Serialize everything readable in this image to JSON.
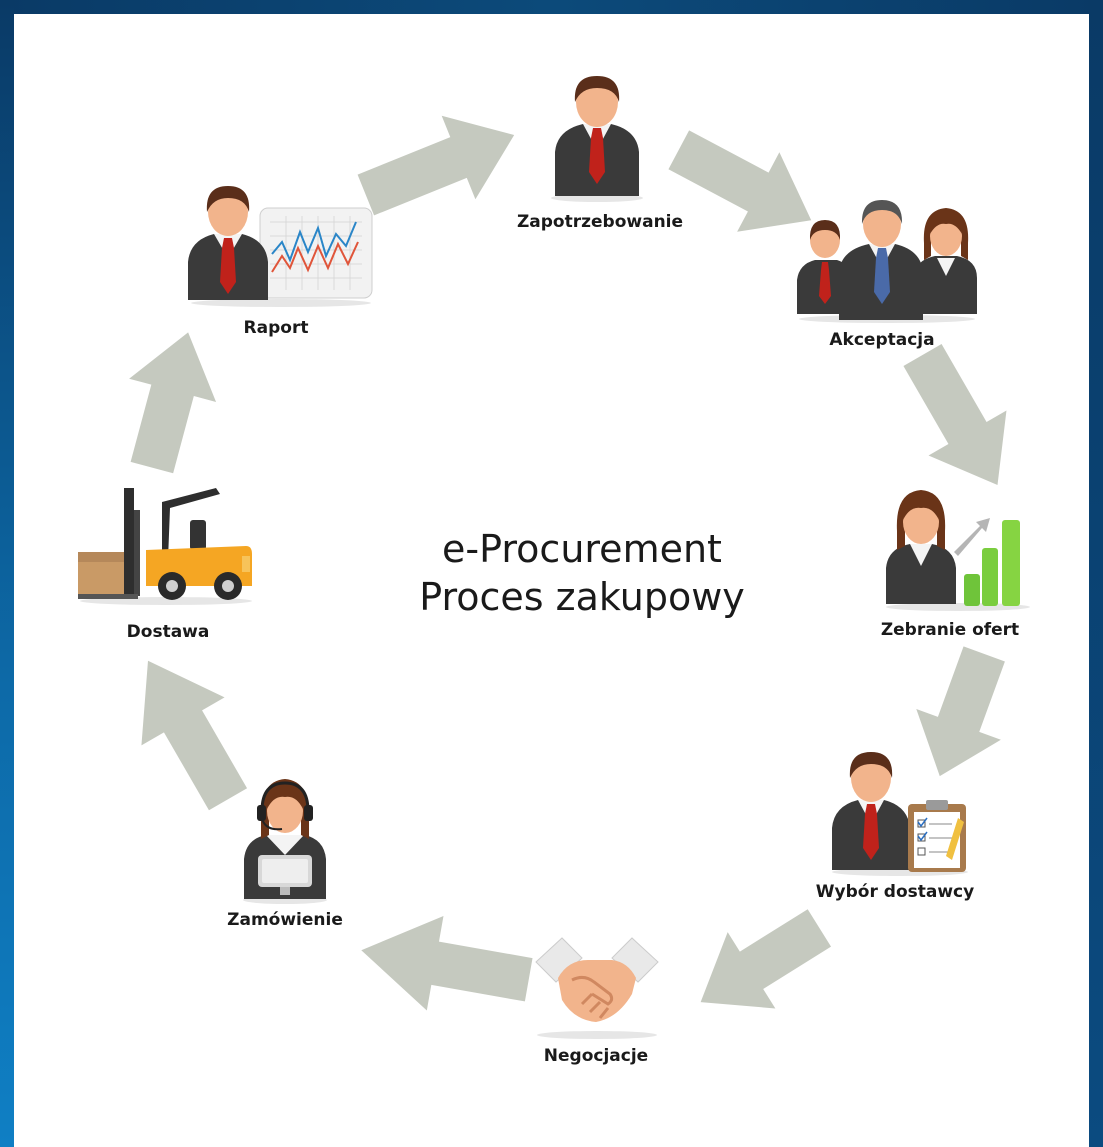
{
  "title": {
    "line1": "e-Procurement",
    "line2": "Proces zakupowy"
  },
  "steps": [
    {
      "label": "Zapotrzebowanie",
      "icon": "businessman-icon"
    },
    {
      "label": "Akceptacja",
      "icon": "team-icon"
    },
    {
      "label": "Zebranie ofert",
      "icon": "businesswoman-growth-chart-icon"
    },
    {
      "label": "Wybór dostawcy",
      "icon": "businessman-checklist-icon"
    },
    {
      "label": "Negocjacje",
      "icon": "handshake-icon"
    },
    {
      "label": "Zamówienie",
      "icon": "call-center-operator-icon"
    },
    {
      "label": "Dostawa",
      "icon": "forklift-icon"
    },
    {
      "label": "Raport",
      "icon": "businessman-report-chart-icon"
    }
  ],
  "colors": {
    "frame": "#0a3a66",
    "arrow": "#c5c9bf",
    "suit": "#3a3a3a",
    "tie_red": "#c0221b",
    "tie_blue": "#4a6aa8",
    "skin": "#f2b48c",
    "hair": "#5a2e1a"
  }
}
